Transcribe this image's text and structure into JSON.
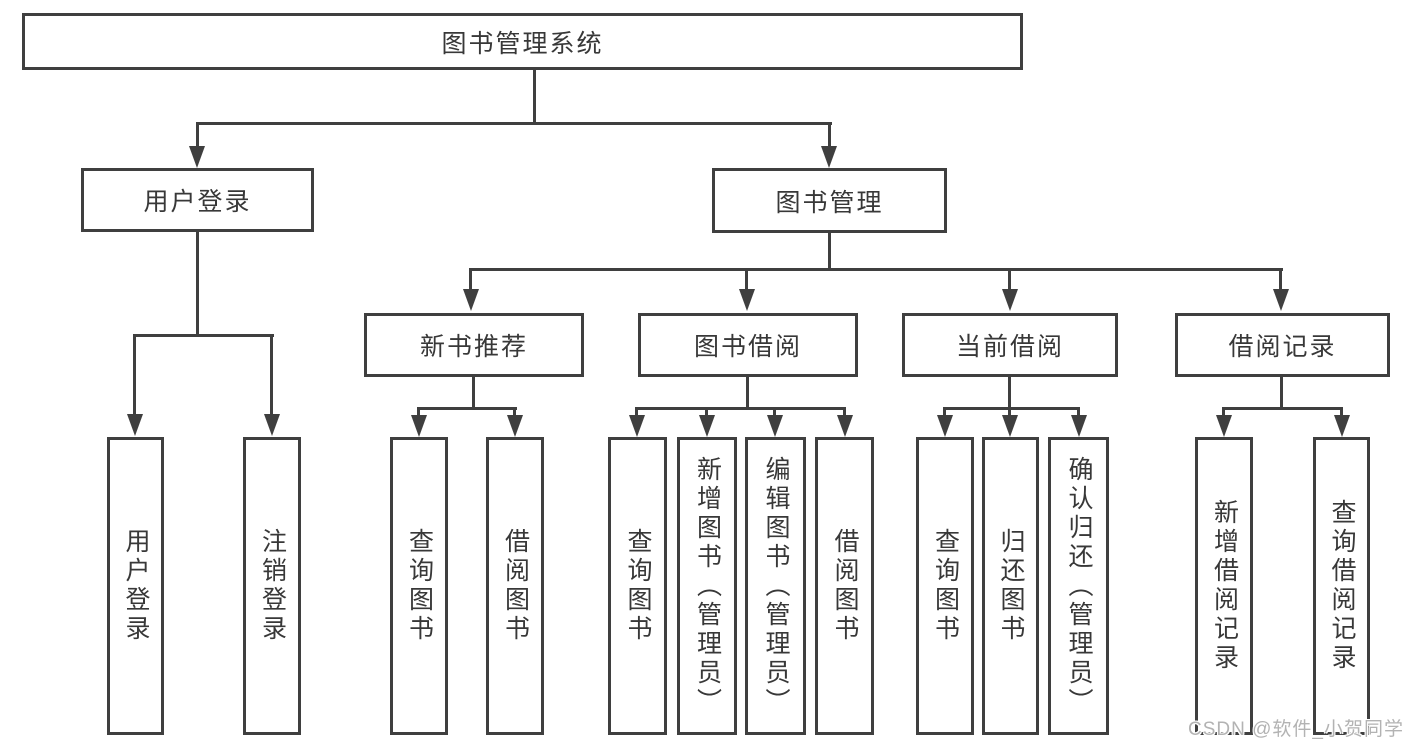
{
  "chart": {
    "root": "图书管理系统",
    "level1": {
      "login": "用户登录",
      "management": "图书管理"
    },
    "level2": {
      "newbook": "新书推荐",
      "borrow": "图书借阅",
      "current": "当前借阅",
      "records": "借阅记录"
    },
    "leaves": {
      "login": [
        "用户登录",
        "注销登录"
      ],
      "newbook": [
        "查询图书",
        "借阅图书"
      ],
      "borrow": [
        "查询图书",
        "新增图书（管理员）",
        "编辑图书（管理员）",
        "借阅图书"
      ],
      "current": [
        "查询图书",
        "归还图书",
        "确认归还（管理员）"
      ],
      "records": [
        "新增借阅记录",
        "查询借阅记录"
      ]
    }
  },
  "watermark": "CSDN @软件_小贺同学",
  "colors": {
    "line": "#3f3f3f",
    "text": "#383838",
    "watermark": "#b3b3b3",
    "background": "#ffffff"
  }
}
